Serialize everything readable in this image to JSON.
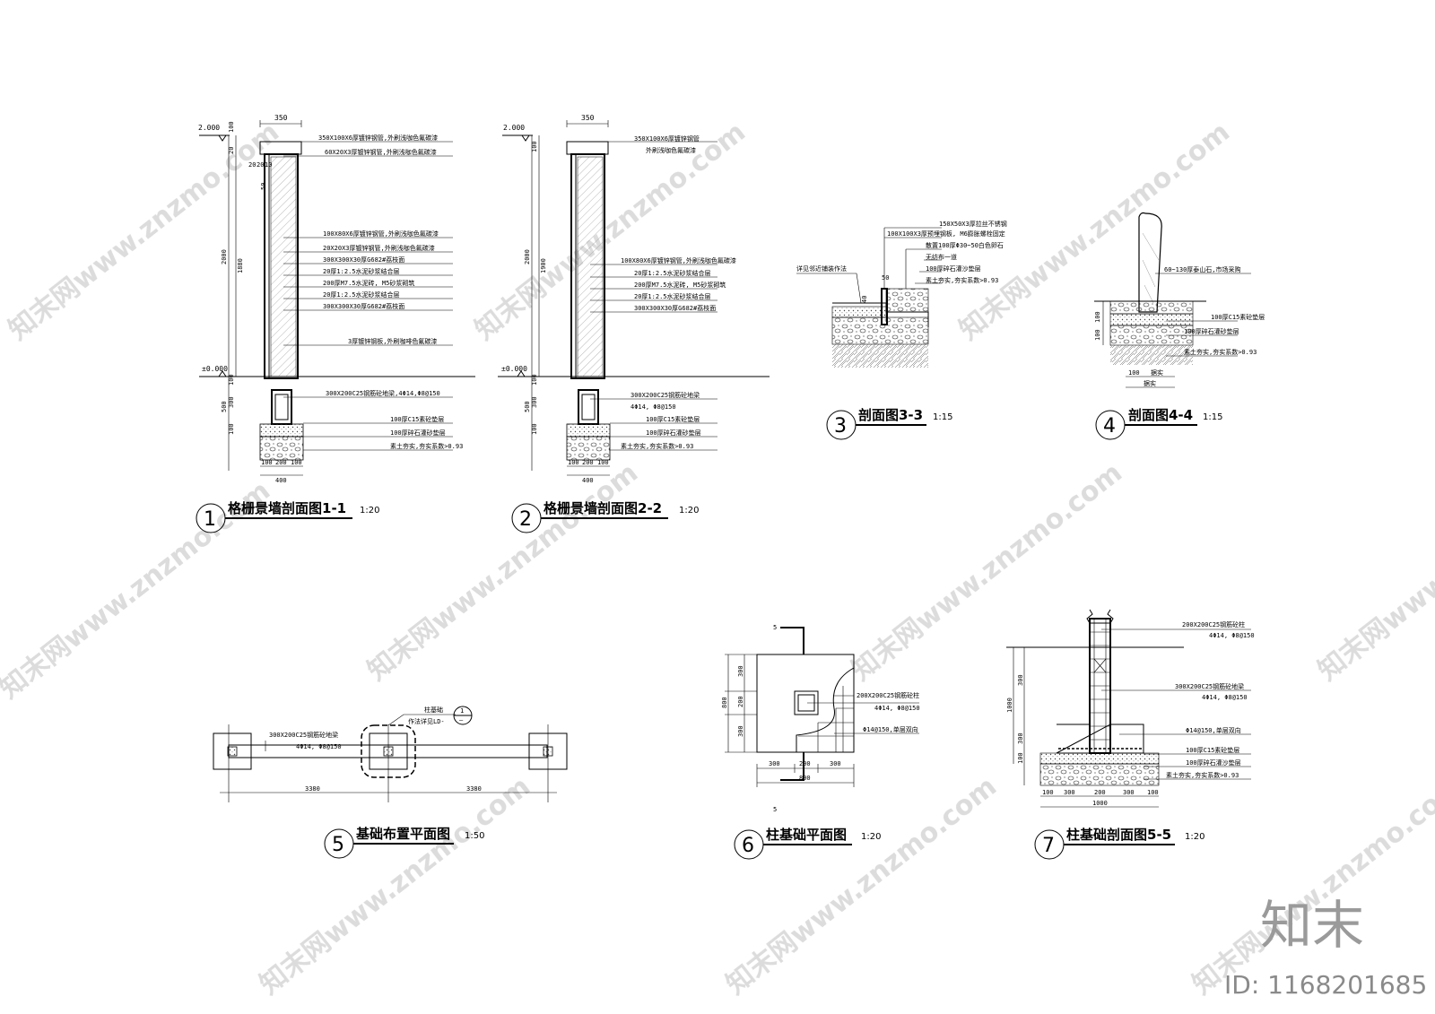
{
  "drawings": {
    "d1": {
      "number": "1",
      "title": "格栅景墙剖面图1-1",
      "scale": "1:20",
      "elev_top": "2.000",
      "elev_ground": "±0.000",
      "dims_top": [
        "350"
      ],
      "dims_left": [
        "100",
        "20",
        "2000",
        "1880",
        "100",
        "500",
        "300",
        "100"
      ],
      "dims_bottom": [
        "100",
        "200",
        "100",
        "400"
      ],
      "small_dims": [
        "20",
        "20",
        "10",
        "50"
      ],
      "labels": [
        "350X100X6厚镀锌钢管,外刷浅咖色氟碳漆",
        "60X20X3厚镀锌钢管,外刷浅咖色氟碳漆",
        "100X80X6厚镀锌钢管,外刷浅咖色氟碳漆",
        "20X20X3厚镀锌钢管,外刷浅咖色氟碳漆",
        "300X300X30厚G682#荔枝面",
        "20厚1:2.5水泥砂浆结合层",
        "200厚M7.5水泥砖, M5砂浆砌筑",
        "20厚1:2.5水泥砂浆结合层",
        "300X300X30厚G682#荔枝面",
        "3厚镀锌钢板,外刷咖啡色氟碳漆",
        "300X200C25钢筋砼地梁,4Φ14,Φ8@150",
        "100厚C15素砼垫层",
        "100厚碎石灌砂垫层",
        "素土夯实,夯实系数>0.93"
      ]
    },
    "d2": {
      "number": "2",
      "title": "格栅景墙剖面图2-2",
      "scale": "1:20",
      "elev_top": "2.000",
      "elev_ground": "±0.000",
      "dims_top": [
        "350"
      ],
      "dims_left": [
        "100",
        "2000",
        "1900",
        "100",
        "500",
        "300",
        "100"
      ],
      "dims_bottom": [
        "100",
        "200",
        "100",
        "400"
      ],
      "labels": [
        "350X100X6厚镀锌钢管",
        "外刷浅咖色氟碳漆",
        "100X80X6厚镀锌钢管,外刷浅咖色氟碳漆",
        "20厚1:2.5水泥砂浆结合层",
        "200厚M7.5水泥砖, M5砂浆砌筑",
        "20厚1:2.5水泥砂浆结合层",
        "300X300X30厚G682#荔枝面",
        "300X200C25钢筋砼地梁",
        "4Φ14, Φ8@150",
        "100厚C15素砼垫层",
        "100厚碎石灌砂垫层",
        "素土夯实,夯实系数>0.93"
      ]
    },
    "d3": {
      "number": "3",
      "title": "剖面图3-3",
      "scale": "1:15",
      "note_left": "详见邻近铺装作法",
      "dims": [
        "50",
        "40"
      ],
      "labels": [
        "150X50X3厚拉丝不锈钢",
        "100X100X3厚预埋钢板, M6膨胀螺栓固定",
        "散置100厚Φ30~50白色卵石",
        "无纺布一道",
        "100厚碎石灌沙垫层",
        "素土夯实,夯实系数>0.93"
      ]
    },
    "d4": {
      "number": "4",
      "title": "剖面图4-4",
      "scale": "1:15",
      "dims_left": [
        "100",
        "100"
      ],
      "dims_bottom": [
        "100",
        "据实",
        "据实"
      ],
      "labels": [
        "60~130厚泰山石,市场采购",
        "100厚C15素砼垫层",
        "100厚碎石灌砂垫层",
        "素土夯实,夯实系数>0.93"
      ]
    },
    "d5": {
      "number": "5",
      "title": "基础布置平面图",
      "scale": "1:50",
      "callout": "柱基础",
      "callout_note": "作法详见LD-",
      "callout_ref": "1",
      "callout_sub": "—",
      "beam_label": "300X200C25钢筋砼地梁",
      "beam_bars": "4Φ14, Φ8@150",
      "dims": [
        "3380",
        "3380"
      ]
    },
    "d6": {
      "number": "6",
      "title": "柱基础平面图",
      "scale": "1:20",
      "section_mark": "5",
      "dims_left": [
        "300",
        "200",
        "300",
        "800"
      ],
      "dims_bottom": [
        "300",
        "200",
        "300",
        "800"
      ],
      "labels": [
        "200X200C25钢筋砼柱",
        "4Φ14, Φ8@150",
        "Φ14@150,单层双向"
      ]
    },
    "d7": {
      "number": "7",
      "title": "柱基础剖面图5-5",
      "scale": "1:20",
      "dims_left": [
        "300",
        "1000",
        "300",
        "100"
      ],
      "dims_bottom": [
        "100",
        "300",
        "200",
        "300",
        "100",
        "1000"
      ],
      "labels": [
        "200X200C25钢筋砼柱",
        "4Φ14, Φ8@150",
        "300X200C25钢筋砼地梁",
        "4Φ14, Φ8@150",
        "Φ14@150,单层双向",
        "100厚C15素砼垫层",
        "100厚碎石灌沙垫层",
        "素土夯实,夯实系数>0.93"
      ]
    }
  },
  "watermark": {
    "text": "知末网www.znzmo.com",
    "logo": "知末",
    "id": "ID: 1168201685"
  }
}
